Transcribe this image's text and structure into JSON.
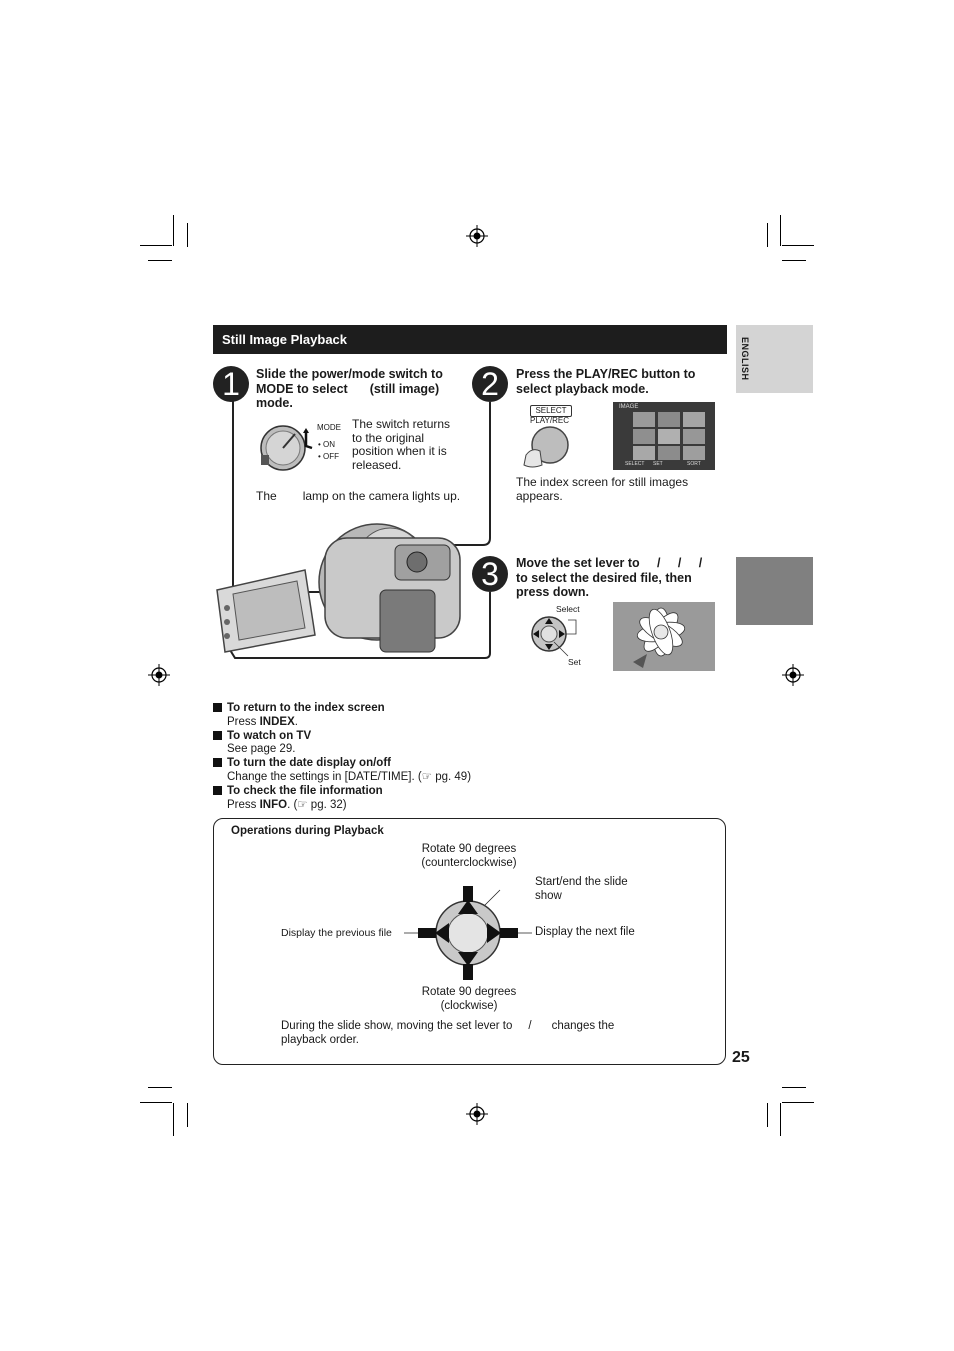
{
  "section_title": "Still Image Playback",
  "side_tab": "ENGLISH",
  "page_number": "25",
  "step1": {
    "number": "1",
    "title_a": "Slide the power/mode switch to",
    "title_b": "MODE to select",
    "title_c": "(still image)",
    "title_d": "mode.",
    "switch_labels": [
      "MODE",
      "ON",
      "OFF"
    ],
    "note": [
      "The switch returns",
      "to the original",
      "position when it is",
      "released."
    ],
    "lamp_a": "The",
    "lamp_b": "lamp on the camera lights up."
  },
  "step2": {
    "number": "2",
    "title": [
      "Press the PLAY/REC button to",
      "select playback mode."
    ],
    "button_label_top": "SELECT",
    "button_label_bottom": "PLAY/REC",
    "screen_top": "IMAGE",
    "screen_bottom_left": "SELECT",
    "screen_bottom_mid": "SET",
    "screen_bottom_right": "SORT",
    "caption": [
      "The index screen for still images",
      "appears."
    ]
  },
  "step3": {
    "number": "3",
    "title": [
      "Move the set lever to     /     /     /",
      "to select the desired file, then",
      "press down."
    ],
    "select_label": "Select",
    "set_label": "Set"
  },
  "tips": [
    {
      "head": "To return to the index screen",
      "body_a": "Press ",
      "body_b": "INDEX",
      "body_c": "."
    },
    {
      "head": "To watch on TV",
      "body_a": "See page 29.",
      "body_b": "",
      "body_c": ""
    },
    {
      "head": "To turn the date display on/off",
      "body_a": "Change the settings in [DATE/TIME]. (☞ pg. 49)",
      "body_b": "",
      "body_c": ""
    },
    {
      "head": "To check the file information",
      "body_a": "Press ",
      "body_b": "INFO",
      "body_c": ". (☞ pg. 32)"
    }
  ],
  "operations": {
    "title": "Operations during Playback",
    "up": [
      "Rotate 90 degrees",
      "(counterclockwise)"
    ],
    "slide": [
      "Start/end the slide",
      "show"
    ],
    "left": "Display the previous file",
    "right": "Display the next file",
    "down": [
      "Rotate 90 degrees",
      "(clockwise)"
    ],
    "note_a": "During the slide show, moving the set lever to",
    "note_b": "/",
    "note_c": "changes the",
    "note_d": "playback order."
  }
}
